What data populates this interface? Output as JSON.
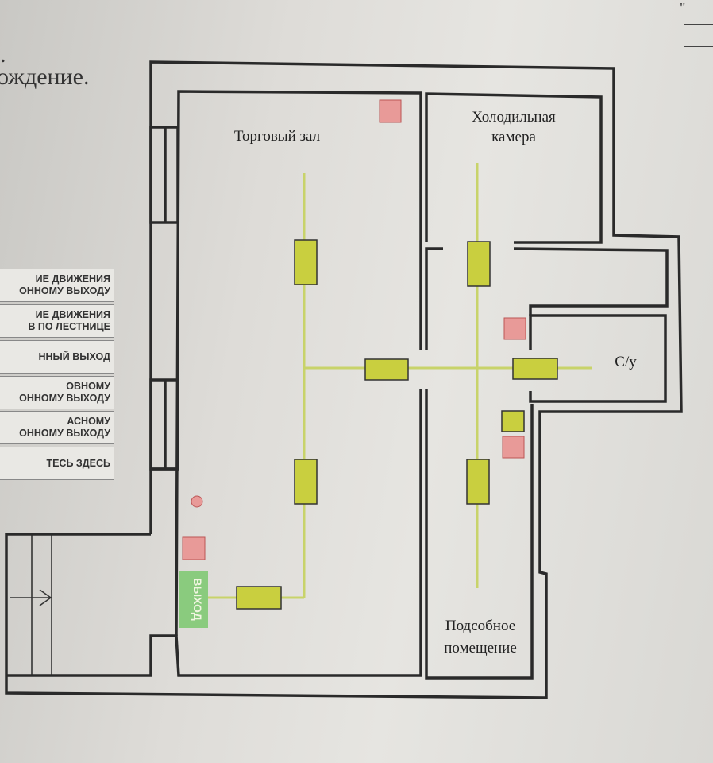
{
  "header": {
    "title_fragment": "ождение.",
    "dot": ".",
    "quote_mark": "\""
  },
  "legend": [
    {
      "text": "ИЕ ДВИЖЕНИЯ\nОННОМУ ВЫХОДУ"
    },
    {
      "text": "ИЕ ДВИЖЕНИЯ\nВ ПО ЛЕСТНИЦЕ"
    },
    {
      "text": "ННЫЙ ВЫХОД"
    },
    {
      "text": "ОВНОМУ\nОННОМУ ВЫХОДУ"
    },
    {
      "text": "АСНОМУ\nОННОМУ ВЫХОДУ"
    },
    {
      "text": "ТЕСЬ ЗДЕСЬ"
    }
  ],
  "rooms": {
    "sales_hall": "Торговый зал",
    "cold_room_1": "Холодильная",
    "cold_room_2": "камера",
    "wc": "С/у",
    "utility_1": "Подсобное",
    "utility_2": "помещение"
  },
  "exit_sign": "ВЫХОД",
  "colors": {
    "wall": "#2a2a2a",
    "route": "#c8d36a",
    "sign": "#c9cf3f",
    "fire": "#e89a98",
    "exit": "#7cc47a"
  }
}
